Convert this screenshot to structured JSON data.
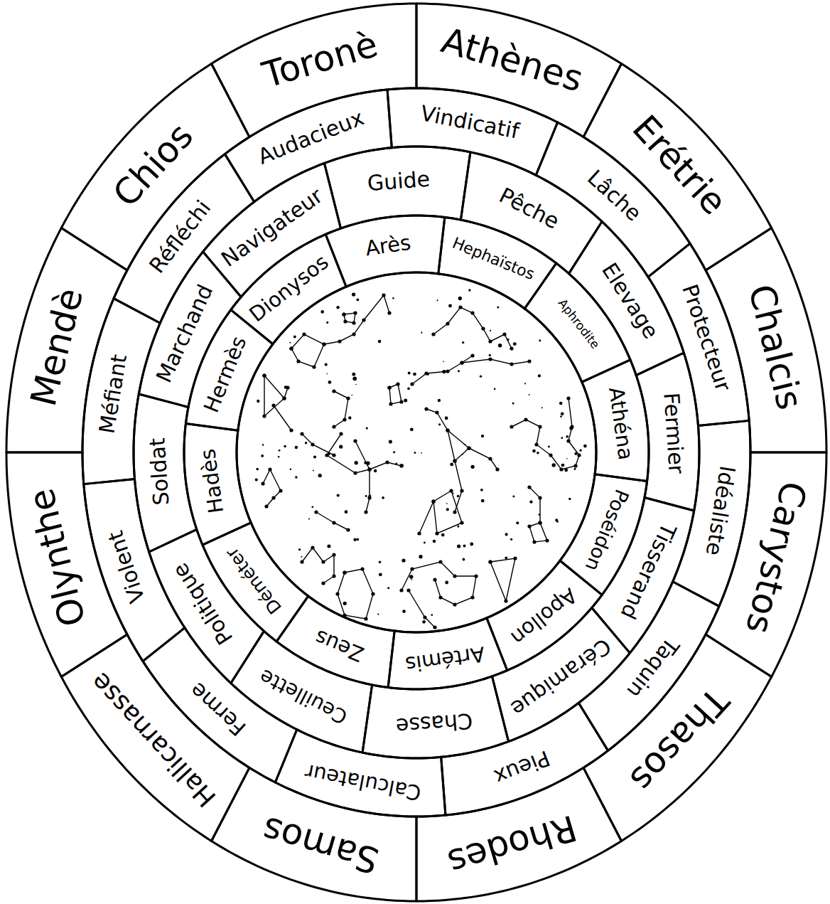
{
  "diagram": {
    "nodes": [
      {
        "text": [
          "Athènes"
        ]
      },
      {
        "text": [
          "Erétrie"
        ]
      },
      {
        "text": [
          "Chalcis"
        ]
      },
      {
        "text": [
          "Carystos"
        ]
      },
      {
        "text": [
          "Thasos"
        ]
      },
      {
        "text": [
          "Rhodes"
        ]
      },
      {
        "text": [
          "Samos"
        ]
      },
      {
        "text": [
          "Hallicarnasse"
        ]
      },
      {
        "text": [
          "Olynthe"
        ]
      },
      {
        "text": [
          "Mendè"
        ]
      },
      {
        "text": [
          "Chios"
        ]
      },
      {
        "text": [
          "Toronè"
        ]
      },
      {
        "text": [
          "Vindicatif"
        ]
      },
      {
        "text": [
          "Lâche"
        ]
      },
      {
        "text": [
          "Protecteur"
        ]
      },
      {
        "text": [
          "Idéaliste"
        ]
      },
      {
        "text": [
          "Taquin"
        ]
      },
      {
        "text": [
          "Pieux"
        ]
      },
      {
        "text": [
          "Calculateur"
        ]
      },
      {
        "text": [
          "Ferme"
        ]
      },
      {
        "text": [
          "Violent"
        ]
      },
      {
        "text": [
          "Méfiant"
        ]
      },
      {
        "text": [
          "Réfléchi"
        ]
      },
      {
        "text": [
          "Audacieux"
        ]
      },
      {
        "text": [
          "Guide"
        ]
      },
      {
        "text": [
          "Pêche"
        ]
      },
      {
        "text": [
          "Elevage"
        ]
      },
      {
        "text": [
          "Fermier"
        ]
      },
      {
        "text": [
          "Tisserand"
        ]
      },
      {
        "text": [
          "Céramique"
        ]
      },
      {
        "text": [
          "Chasse"
        ]
      },
      {
        "text": [
          "Ceuillette"
        ]
      },
      {
        "text": [
          "Politique"
        ]
      },
      {
        "text": [
          "Soldat"
        ]
      },
      {
        "text": [
          "Marchand"
        ]
      },
      {
        "text": [
          "Navigateur"
        ]
      },
      {
        "text": [
          "Arès"
        ]
      },
      {
        "text": [
          "Hephaïstos"
        ]
      },
      {
        "text": [
          "Aphrodite"
        ]
      },
      {
        "text": [
          "Athéna"
        ]
      },
      {
        "text": [
          "Poséidon"
        ]
      },
      {
        "text": [
          "Apollon"
        ]
      },
      {
        "text": [
          "Artémis"
        ]
      },
      {
        "text": [
          "Zeus"
        ]
      },
      {
        "text": [
          "Déméter"
        ]
      },
      {
        "text": [
          "Hadès"
        ]
      },
      {
        "text": [
          "Hermès"
        ]
      },
      {
        "text": [
          "Dionysos"
        ]
      }
    ]
  }
}
